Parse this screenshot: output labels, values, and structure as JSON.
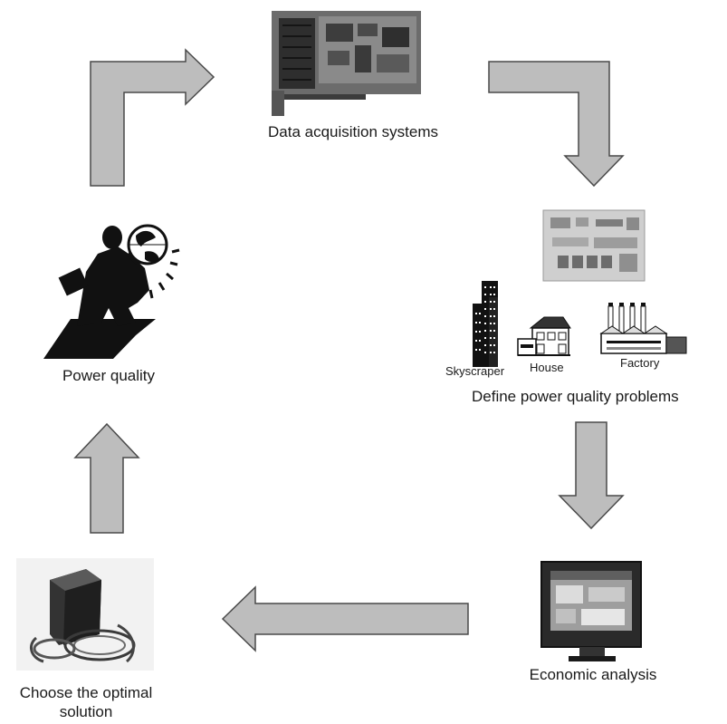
{
  "stages": {
    "data_acquisition": "Data acquisition systems",
    "define_problems": "Define power quality problems",
    "economic_analysis": "Economic analysis",
    "optimal_solution_line1": "Choose the optimal",
    "optimal_solution_line2": "solution",
    "power_quality": "Power quality"
  },
  "buildings": {
    "skyscraper": "Skyscraper",
    "house": "House",
    "factory": "Factory"
  },
  "colors": {
    "arrow_fill": "#bdbdbd",
    "arrow_stroke": "#4a4a4a",
    "photo_dark": "#3a3a3a",
    "photo_light": "#cfcfcf",
    "silhouette": "#111111"
  }
}
